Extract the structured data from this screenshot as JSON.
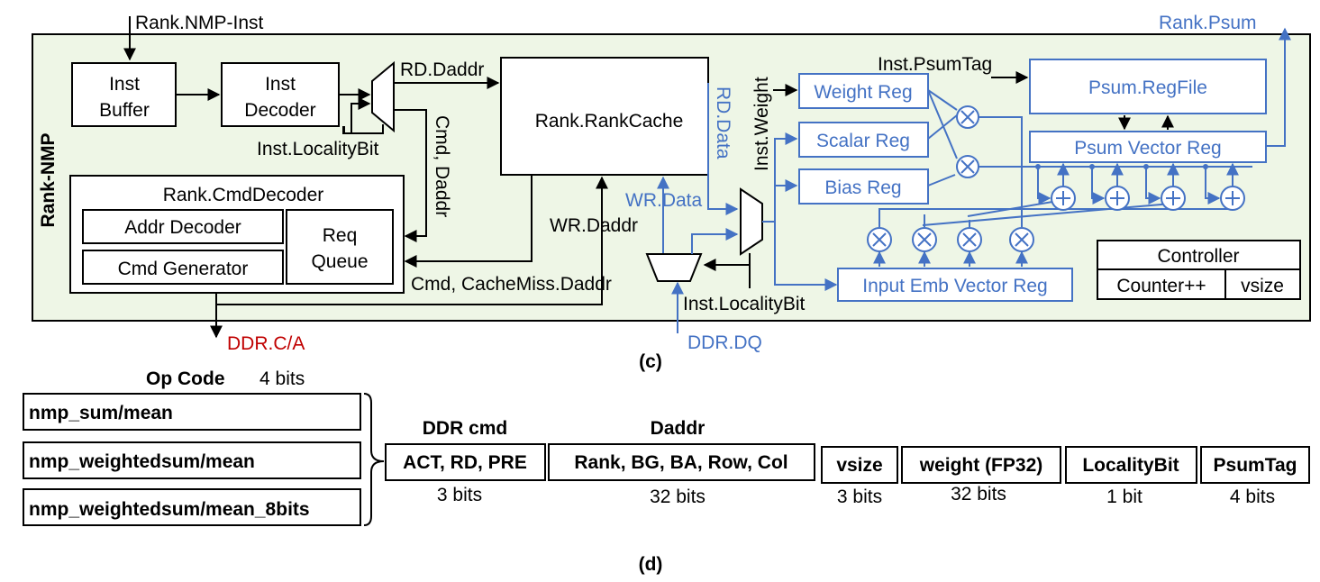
{
  "diagram_c": {
    "caption": "(c)",
    "module_label": "Rank-NMP",
    "inputs": {
      "nmp_inst": "Rank.NMP-Inst",
      "inst_psumtag": "Inst.PsumTag",
      "ddr_dq": "DDR.DQ"
    },
    "outputs": {
      "rank_psum": "Rank.Psum",
      "ddr_ca": "DDR.C/A"
    },
    "blocks": {
      "inst_buffer": [
        "Inst",
        "Buffer"
      ],
      "inst_decoder": [
        "Inst",
        "Decoder"
      ],
      "rank_cache": "Rank.RankCache",
      "cmd_decoder": "Rank.CmdDecoder",
      "addr_decoder": "Addr Decoder",
      "cmd_generator": "Cmd Generator",
      "req_queue": [
        "Req",
        "Queue"
      ],
      "weight_reg": "Weight Reg",
      "scalar_reg": "Scalar Reg",
      "bias_reg": "Bias Reg",
      "psum_regfile": "Psum.RegFile",
      "psum_vector_reg": "Psum Vector Reg",
      "input_emb_vector_reg": "Input Emb Vector Reg",
      "controller": "Controller",
      "counter": "Counter++",
      "vsize": "vsize"
    },
    "signals": {
      "rd_daddr": "RD.Daddr",
      "inst_localitybit_top": "Inst.LocalityBit",
      "cmd_daddr": "Cmd, Daddr",
      "rd_data": "RD.Data",
      "inst_weight": "Inst.Weight",
      "wr_data": "WR.Data",
      "wr_daddr": "WR.Daddr",
      "cmd_cachemiss": "Cmd, CacheMiss.Daddr",
      "inst_localitybit_bottom": "Inst.LocalityBit"
    },
    "colors": {
      "panel": "#eef6e6",
      "blue": "#4472c4",
      "red": "#c00000"
    }
  },
  "diagram_d": {
    "caption": "(d)",
    "opcode": {
      "title": "Op Code",
      "bits": "4 bits"
    },
    "opcodes": [
      "nmp_sum/mean",
      "nmp_weightedsum/mean",
      "nmp_weightedsum/mean_8bits"
    ],
    "fields": [
      {
        "header": "DDR cmd",
        "label": "ACT, RD, PRE",
        "bits": "3 bits"
      },
      {
        "header": "Daddr",
        "label": "Rank, BG, BA, Row, Col",
        "bits": "32 bits"
      },
      {
        "header": "",
        "label": "vsize",
        "bits": "3 bits"
      },
      {
        "header": "",
        "label": "weight (FP32)",
        "bits": "32 bits"
      },
      {
        "header": "",
        "label": "LocalityBit",
        "bits": "1 bit"
      },
      {
        "header": "",
        "label": "PsumTag",
        "bits": "4 bits"
      }
    ]
  }
}
